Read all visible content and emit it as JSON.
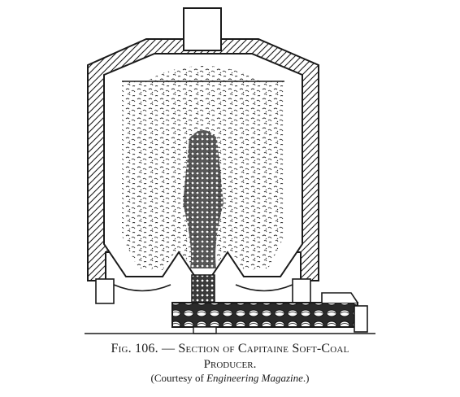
{
  "caption": {
    "figure_number": "Fig. 106.",
    "dash": "—",
    "title_line1": "Section of Capitaine Soft-Coal",
    "title_line2": "Producer.",
    "credit_prefix": "(Courtesy of ",
    "credit_source": "Engineering Magazine",
    "credit_suffix": ".)"
  },
  "colors": {
    "ink": "#1a1a1a",
    "paper": "#ffffff"
  }
}
